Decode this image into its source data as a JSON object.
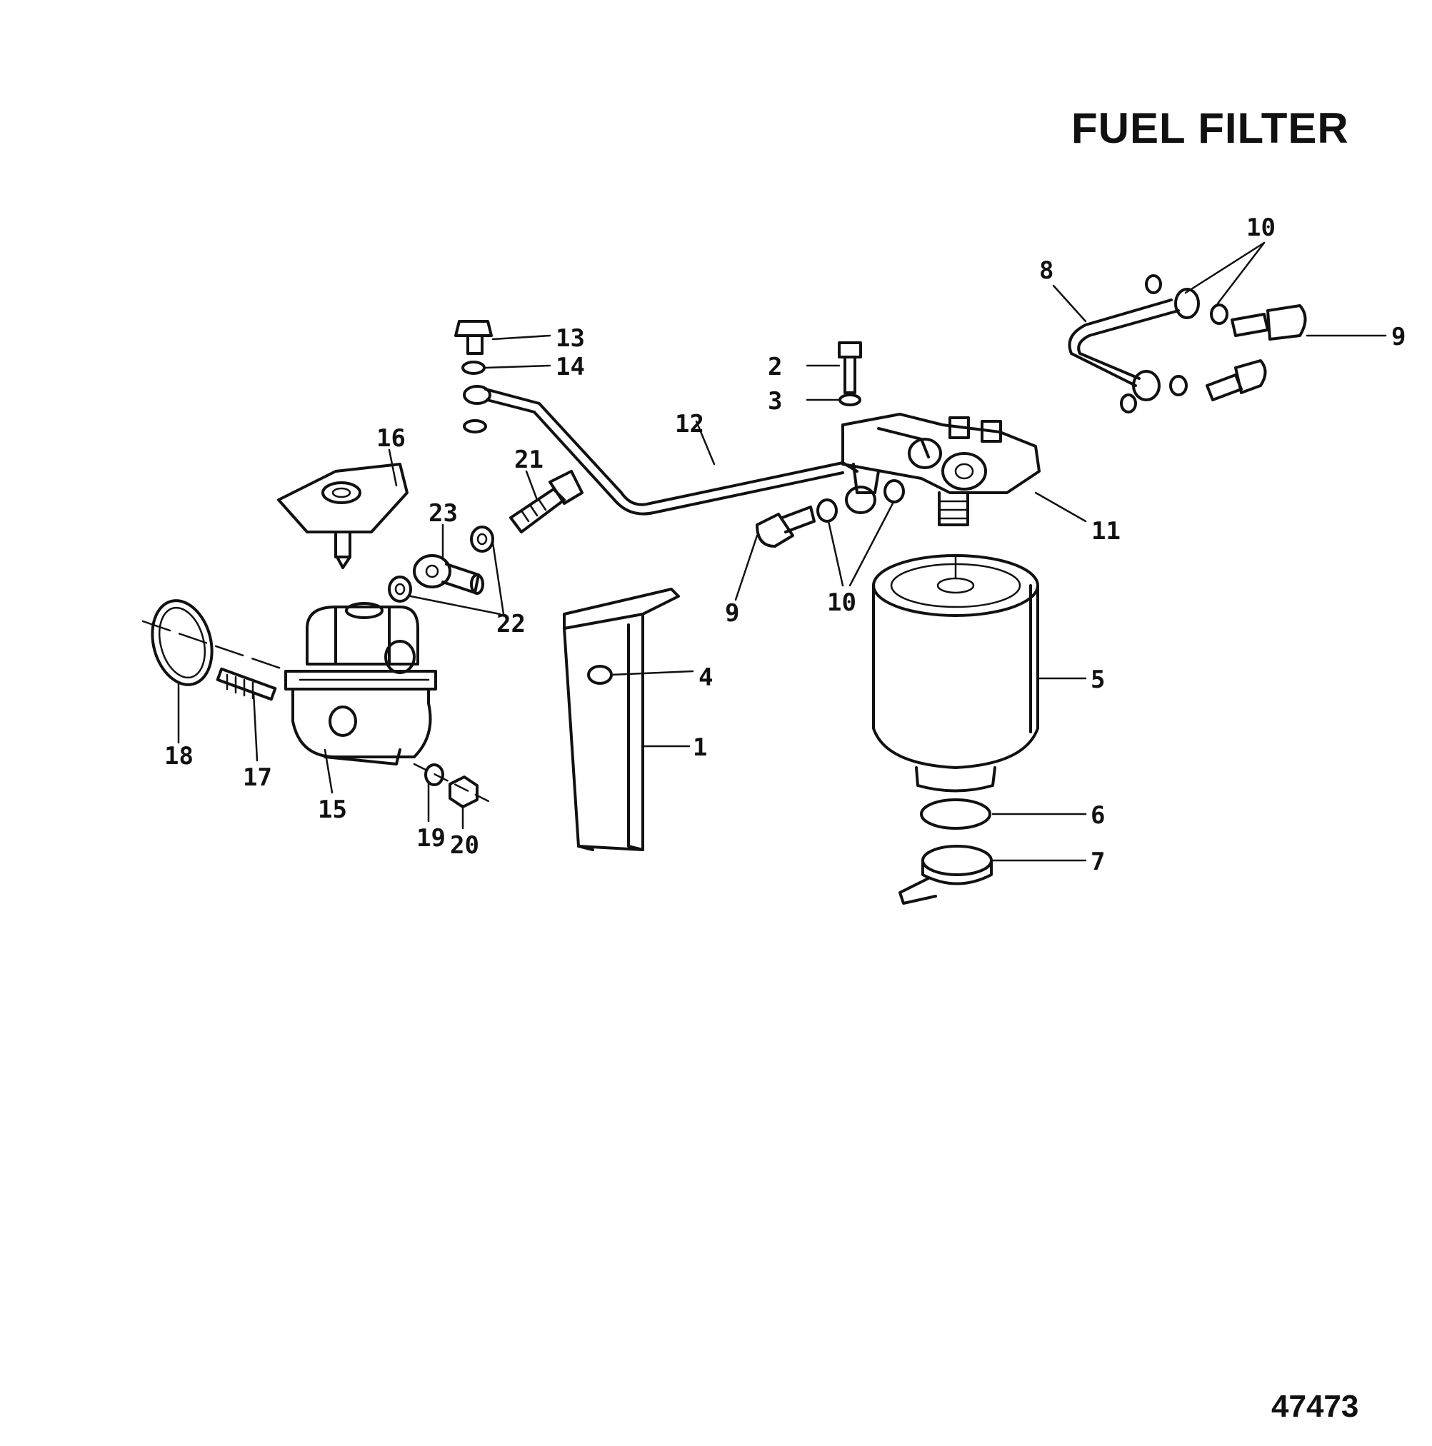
{
  "title": "FUEL FILTER",
  "figure_number": "47473",
  "callouts": [
    {
      "id": "c1",
      "label": "1"
    },
    {
      "id": "c2",
      "label": "2"
    },
    {
      "id": "c3",
      "label": "3"
    },
    {
      "id": "c4",
      "label": "4"
    },
    {
      "id": "c5",
      "label": "5"
    },
    {
      "id": "c6",
      "label": "6"
    },
    {
      "id": "c7",
      "label": "7"
    },
    {
      "id": "c8",
      "label": "8"
    },
    {
      "id": "c9a",
      "label": "9"
    },
    {
      "id": "c9b",
      "label": "9"
    },
    {
      "id": "c10a",
      "label": "10"
    },
    {
      "id": "c10b",
      "label": "10"
    },
    {
      "id": "c11",
      "label": "11"
    },
    {
      "id": "c12",
      "label": "12"
    },
    {
      "id": "c13",
      "label": "13"
    },
    {
      "id": "c14",
      "label": "14"
    },
    {
      "id": "c15",
      "label": "15"
    },
    {
      "id": "c16",
      "label": "16"
    },
    {
      "id": "c17",
      "label": "17"
    },
    {
      "id": "c18",
      "label": "18"
    },
    {
      "id": "c19",
      "label": "19"
    },
    {
      "id": "c20",
      "label": "20"
    },
    {
      "id": "c21",
      "label": "21"
    },
    {
      "id": "c22",
      "label": "22"
    },
    {
      "id": "c23",
      "label": "23"
    }
  ]
}
